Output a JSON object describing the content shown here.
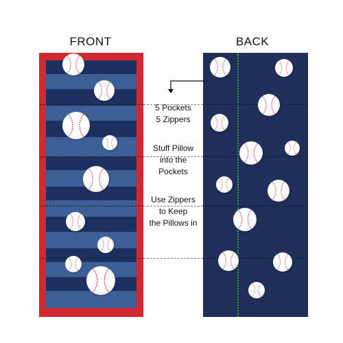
{
  "front": {
    "title": "FRONT"
  },
  "back": {
    "title": "BACK"
  },
  "labels": {
    "pockets": [
      "5 Pockets",
      "5 Zippers"
    ],
    "stuff": [
      "Stuff Pillow",
      "into the",
      "Pockets"
    ],
    "zippers": [
      "Use Zippers",
      "to Keep",
      "the Pillows in"
    ]
  },
  "colors": {
    "frame_red": "#d3282f",
    "stripe_dark": "#1d3160",
    "stripe_light": "#3d5f97",
    "back_navy": "#1f2f5a",
    "seam_green": "#3aa64c",
    "stitch_red": "#c8282f"
  },
  "icons": [
    "baseball-icon",
    "arrow-icon"
  ]
}
